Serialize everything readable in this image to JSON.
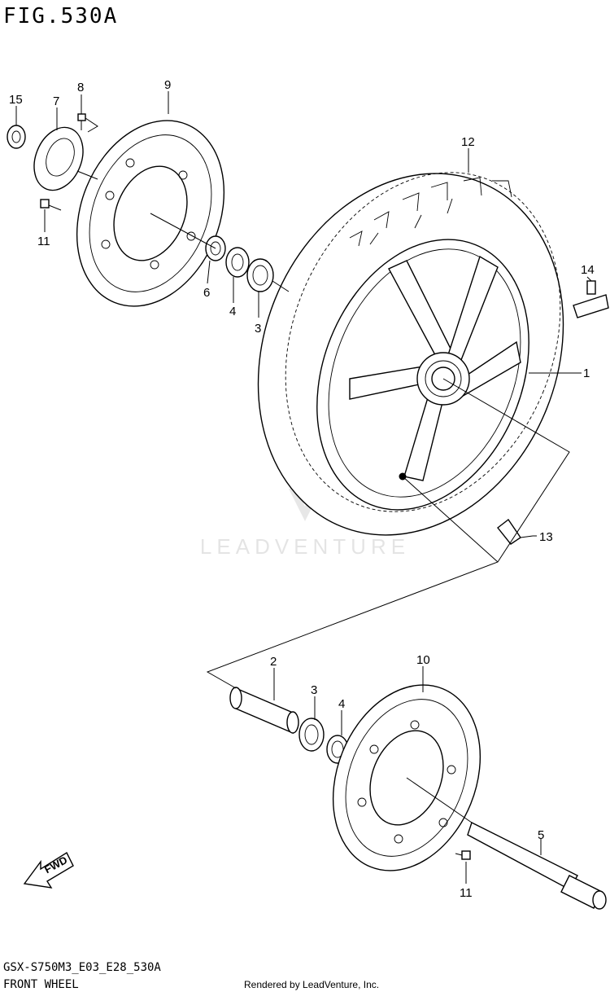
{
  "figure": {
    "title": "FIG.530A",
    "model_code": "GSX-S750M3_E03_E28_530A",
    "section_name": "FRONT WHEEL",
    "footer_credit": "Rendered by LeadVenture, Inc.",
    "watermark_text": "LEADVENTURE",
    "fwd_label": "FWD"
  },
  "callouts": [
    {
      "id": "c1",
      "label": "1"
    },
    {
      "id": "c2",
      "label": "2"
    },
    {
      "id": "c3a",
      "label": "3"
    },
    {
      "id": "c3b",
      "label": "3"
    },
    {
      "id": "c4a",
      "label": "4"
    },
    {
      "id": "c4b",
      "label": "4"
    },
    {
      "id": "c5",
      "label": "5"
    },
    {
      "id": "c6",
      "label": "6"
    },
    {
      "id": "c7",
      "label": "7"
    },
    {
      "id": "c8",
      "label": "8"
    },
    {
      "id": "c9",
      "label": "9"
    },
    {
      "id": "c10",
      "label": "10"
    },
    {
      "id": "c11a",
      "label": "11"
    },
    {
      "id": "c11b",
      "label": "11"
    },
    {
      "id": "c12",
      "label": "12"
    },
    {
      "id": "c13",
      "label": "13"
    },
    {
      "id": "c14",
      "label": "14"
    },
    {
      "id": "c15",
      "label": "15"
    }
  ]
}
